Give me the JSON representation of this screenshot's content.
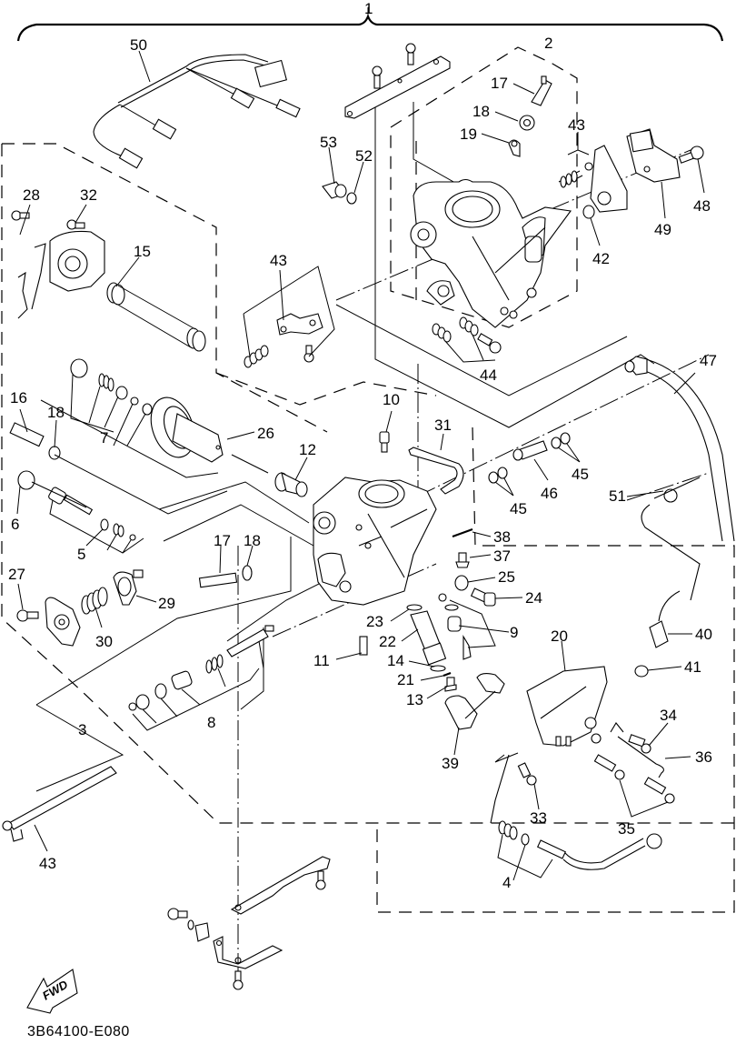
{
  "diagram": {
    "title": "Carburetor assembly exploded parts diagram",
    "code": "3B64100-E080",
    "direction_arrow": "FWD",
    "assembly_label": "1",
    "callouts": [
      {
        "id": "c1",
        "label": "1"
      },
      {
        "id": "c2",
        "label": "2"
      },
      {
        "id": "c50",
        "label": "50"
      },
      {
        "id": "c17a",
        "label": "17"
      },
      {
        "id": "c18a",
        "label": "18"
      },
      {
        "id": "c19",
        "label": "19"
      },
      {
        "id": "c53",
        "label": "53"
      },
      {
        "id": "c52",
        "label": "52"
      },
      {
        "id": "c43a",
        "label": "43"
      },
      {
        "id": "c48",
        "label": "48"
      },
      {
        "id": "c49",
        "label": "49"
      },
      {
        "id": "c42",
        "label": "42"
      },
      {
        "id": "c28",
        "label": "28"
      },
      {
        "id": "c32",
        "label": "32"
      },
      {
        "id": "c15",
        "label": "15"
      },
      {
        "id": "c43b",
        "label": "43"
      },
      {
        "id": "c44",
        "label": "44"
      },
      {
        "id": "c47",
        "label": "47"
      },
      {
        "id": "c16",
        "label": "16"
      },
      {
        "id": "c18b",
        "label": "18"
      },
      {
        "id": "c7",
        "label": "7"
      },
      {
        "id": "c26",
        "label": "26"
      },
      {
        "id": "c10",
        "label": "10"
      },
      {
        "id": "c31",
        "label": "31"
      },
      {
        "id": "c12",
        "label": "12"
      },
      {
        "id": "c45a",
        "label": "45"
      },
      {
        "id": "c46",
        "label": "46"
      },
      {
        "id": "c45b",
        "label": "45"
      },
      {
        "id": "c6",
        "label": "6"
      },
      {
        "id": "c5",
        "label": "5"
      },
      {
        "id": "c51",
        "label": "51"
      },
      {
        "id": "c38",
        "label": "38"
      },
      {
        "id": "c17b",
        "label": "17"
      },
      {
        "id": "c18c",
        "label": "18"
      },
      {
        "id": "c37",
        "label": "37"
      },
      {
        "id": "c25",
        "label": "25"
      },
      {
        "id": "c27",
        "label": "27"
      },
      {
        "id": "c29",
        "label": "29"
      },
      {
        "id": "c24",
        "label": "24"
      },
      {
        "id": "c30",
        "label": "30"
      },
      {
        "id": "c23",
        "label": "23"
      },
      {
        "id": "c9",
        "label": "9"
      },
      {
        "id": "c20",
        "label": "20"
      },
      {
        "id": "c40",
        "label": "40"
      },
      {
        "id": "c11",
        "label": "11"
      },
      {
        "id": "c22",
        "label": "22"
      },
      {
        "id": "c14",
        "label": "14"
      },
      {
        "id": "c41",
        "label": "41"
      },
      {
        "id": "c21",
        "label": "21"
      },
      {
        "id": "c13",
        "label": "13"
      },
      {
        "id": "c8",
        "label": "8"
      },
      {
        "id": "c3",
        "label": "3"
      },
      {
        "id": "c34",
        "label": "34"
      },
      {
        "id": "c36",
        "label": "36"
      },
      {
        "id": "c39",
        "label": "39"
      },
      {
        "id": "c33",
        "label": "33"
      },
      {
        "id": "c35",
        "label": "35"
      },
      {
        "id": "c43c",
        "label": "43"
      },
      {
        "id": "c4",
        "label": "4"
      }
    ]
  }
}
